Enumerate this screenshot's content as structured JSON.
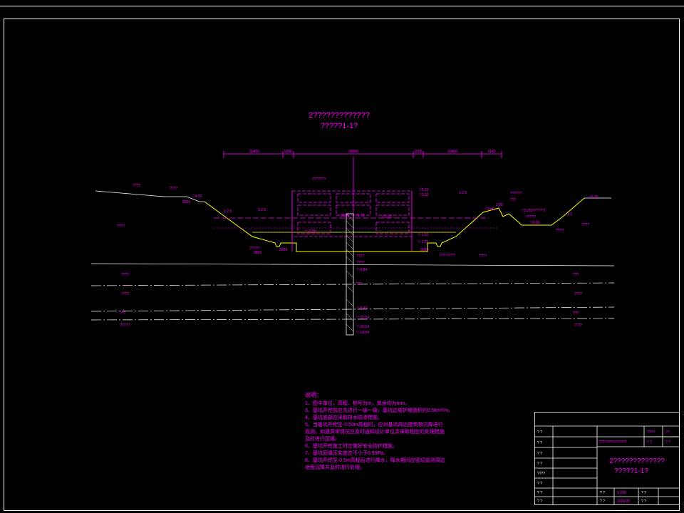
{
  "drawing": {
    "title_main": "2?????????????",
    "title_sub": "?????1-1?",
    "dims_top": [
      "30450",
      "1000",
      "28000",
      "1000",
      "10450",
      "2140"
    ],
    "plan_label": "???????",
    "terrain_labels": {
      "l1": "????",
      "l2": "????",
      "l2_elev": "▽4.50",
      "l2_dim": "8000",
      "slope_left": "1:2.5",
      "slope_left2": "1:2.5",
      "stratum_left": "????",
      "ditch_left": "?????",
      "ditch_left_val": "2800",
      "ditch_left_dim": "3000",
      "right_top": "▽5.00",
      "right_slope": "1:2",
      "right_canal": "??????",
      "right_canal2": "???",
      "right_canal_elev": "▽2.20(??????)",
      "right_canal_w": "?????",
      "right_canal_bot": "▽0.00",
      "right_canal_lbl": "????",
      "right_stratum": "????",
      "right_ditch": "????????",
      "right_ditch_dim": "3000",
      "right_elev1": "▽3.00",
      "right_elev2": "2.85",
      "slope_right": "1:2.5"
    },
    "pit_labels": {
      "elev_a": "▽5.12",
      "elev_b": "▽3.32",
      "elev_c": "▽2.20",
      "elev_d": "▽1.79",
      "elev_e": "▽-0.50",
      "elev_f": "▽-1.20",
      "elev_g": "▽-2.20",
      "zk": "ZK01",
      "ground": "????"
    },
    "strata_labels": {
      "s1_left": "????",
      "s1_right": "???",
      "s2_left": "????",
      "s2_right": "????",
      "s3_left": "???",
      "s3_right": "???",
      "s4_left": "?????",
      "s4_right": "????",
      "mid_right": "????"
    },
    "bore_labels": [
      "????",
      "▽-0.84",
      "???",
      "▽-9.46",
      "▽-15.54",
      "▽-16.14",
      "▽-18.54"
    ],
    "notes": {
      "heading": "说明：",
      "lines": [
        "1、图中单位，高程、桩号为m，其余均为mm。",
        "3、基坑开挖前应先进行一级一级，基坑边坡护坡面积约0.5km²/m。",
        "4、基坑底部应采取排水防渗措施。",
        "5、当基坑开挖至-0.50m高程时，应对基坑周边建筑物沉降进行",
        "   观测，如遇异常情况应及时通知设计单位并采取相应的处理措施",
        "   及时进行回填。",
        "6、基坑开挖施工时应做好安全防护措施。",
        "7、基坑回填压实度应不小于0.93Pa。",
        "8、基坑开挖至-0.5m高程后进行降水，降水期间应密切监测周边",
        "   地面沉降并及时进行处理。"
      ]
    },
    "title_block": {
      "r1": [
        "? ?",
        "????",
        "??"
      ],
      "r2": [
        "? ?",
        "? ?",
        "? ?"
      ],
      "r_proj": "??????????????",
      "drawing_name": "2?????????????",
      "drawing_sub": "?????1-1?",
      "left_col": [
        "? ?",
        "? ?",
        "? ?",
        "? ?",
        "????",
        "? ?",
        "? ?",
        "? ?"
      ],
      "bottom": [
        "? ?",
        "? ?",
        "1:200",
        "2020.05",
        "? ?",
        "? ?"
      ]
    }
  }
}
